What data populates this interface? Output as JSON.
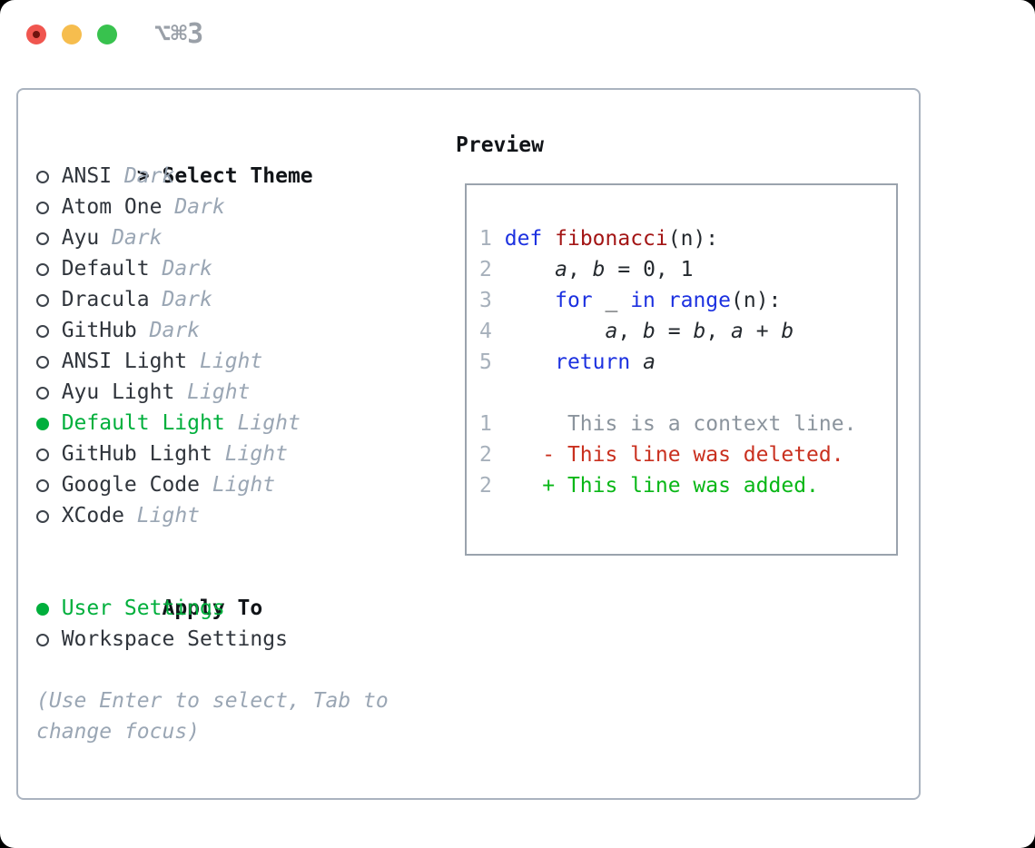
{
  "window": {
    "title_shortcut": "⌥⌘3"
  },
  "colors": {
    "accent_green": "#00af3c",
    "keyword_blue": "#1c31e0",
    "function_red": "#a31515",
    "deleted_red": "#c9301f",
    "added_green": "#09b717",
    "muted_gray": "#9aa6b4",
    "line_number_gray": "#a6b0bb",
    "text_dark": "#24292e"
  },
  "theme_panel": {
    "header": {
      "prompt": ">",
      "label": "Select Theme"
    },
    "themes": [
      {
        "name": "ANSI",
        "variant": "Dark",
        "selected": false
      },
      {
        "name": "Atom One",
        "variant": "Dark",
        "selected": false
      },
      {
        "name": "Ayu",
        "variant": "Dark",
        "selected": false
      },
      {
        "name": "Default",
        "variant": "Dark",
        "selected": false
      },
      {
        "name": "Dracula",
        "variant": "Dark",
        "selected": false
      },
      {
        "name": "GitHub",
        "variant": "Dark",
        "selected": false
      },
      {
        "name": "ANSI Light",
        "variant": "Light",
        "selected": false
      },
      {
        "name": "Ayu Light",
        "variant": "Light",
        "selected": false
      },
      {
        "name": "Default Light",
        "variant": "Light",
        "selected": true
      },
      {
        "name": "GitHub Light",
        "variant": "Light",
        "selected": false
      },
      {
        "name": "Google Code",
        "variant": "Light",
        "selected": false
      },
      {
        "name": "XCode",
        "variant": "Light",
        "selected": false
      }
    ],
    "apply_to": {
      "label": "Apply To",
      "options": [
        {
          "label": "User Settings",
          "selected": true
        },
        {
          "label": "Workspace Settings",
          "selected": false
        }
      ]
    },
    "hint_lines": [
      "(Use Enter to select, Tab to",
      "change focus)"
    ]
  },
  "preview": {
    "label": "Preview",
    "lines": [
      [
        {
          "t": "1",
          "c": "ln"
        },
        {
          "t": " ",
          "c": "tx"
        },
        {
          "t": "def",
          "c": "kw"
        },
        {
          "t": " ",
          "c": "tx"
        },
        {
          "t": "fibonacci",
          "c": "fn"
        },
        {
          "t": "(n):",
          "c": "tx"
        }
      ],
      [
        {
          "t": "2",
          "c": "ln"
        },
        {
          "t": "     ",
          "c": "tx"
        },
        {
          "t": "a",
          "c": "var"
        },
        {
          "t": ", ",
          "c": "tx"
        },
        {
          "t": "b",
          "c": "var"
        },
        {
          "t": " = 0, 1",
          "c": "tx"
        }
      ],
      [
        {
          "t": "3",
          "c": "ln"
        },
        {
          "t": "     ",
          "c": "tx"
        },
        {
          "t": "for",
          "c": "kw"
        },
        {
          "t": " _ ",
          "c": "tx"
        },
        {
          "t": "in",
          "c": "kw"
        },
        {
          "t": " ",
          "c": "tx"
        },
        {
          "t": "range",
          "c": "kw"
        },
        {
          "t": "(n):",
          "c": "tx"
        }
      ],
      [
        {
          "t": "4",
          "c": "ln"
        },
        {
          "t": "         ",
          "c": "tx"
        },
        {
          "t": "a",
          "c": "var"
        },
        {
          "t": ", ",
          "c": "tx"
        },
        {
          "t": "b",
          "c": "var"
        },
        {
          "t": " = ",
          "c": "tx"
        },
        {
          "t": "b",
          "c": "var"
        },
        {
          "t": ", ",
          "c": "tx"
        },
        {
          "t": "a",
          "c": "var"
        },
        {
          "t": " + ",
          "c": "tx"
        },
        {
          "t": "b",
          "c": "var"
        }
      ],
      [
        {
          "t": "5",
          "c": "ln"
        },
        {
          "t": "     ",
          "c": "tx"
        },
        {
          "t": "return",
          "c": "kw"
        },
        {
          "t": " ",
          "c": "tx"
        },
        {
          "t": "a",
          "c": "var"
        }
      ],
      [],
      [
        {
          "t": "1",
          "c": "ln"
        },
        {
          "t": "      ",
          "c": "ctx"
        },
        {
          "t": "This is a context line.",
          "c": "ctx"
        }
      ],
      [
        {
          "t": "2",
          "c": "ln"
        },
        {
          "t": "    ",
          "c": "tx"
        },
        {
          "t": "- This line was deleted.",
          "c": "del"
        }
      ],
      [
        {
          "t": "2",
          "c": "ln"
        },
        {
          "t": "    ",
          "c": "tx"
        },
        {
          "t": "+ This line was added.",
          "c": "add"
        }
      ]
    ]
  }
}
